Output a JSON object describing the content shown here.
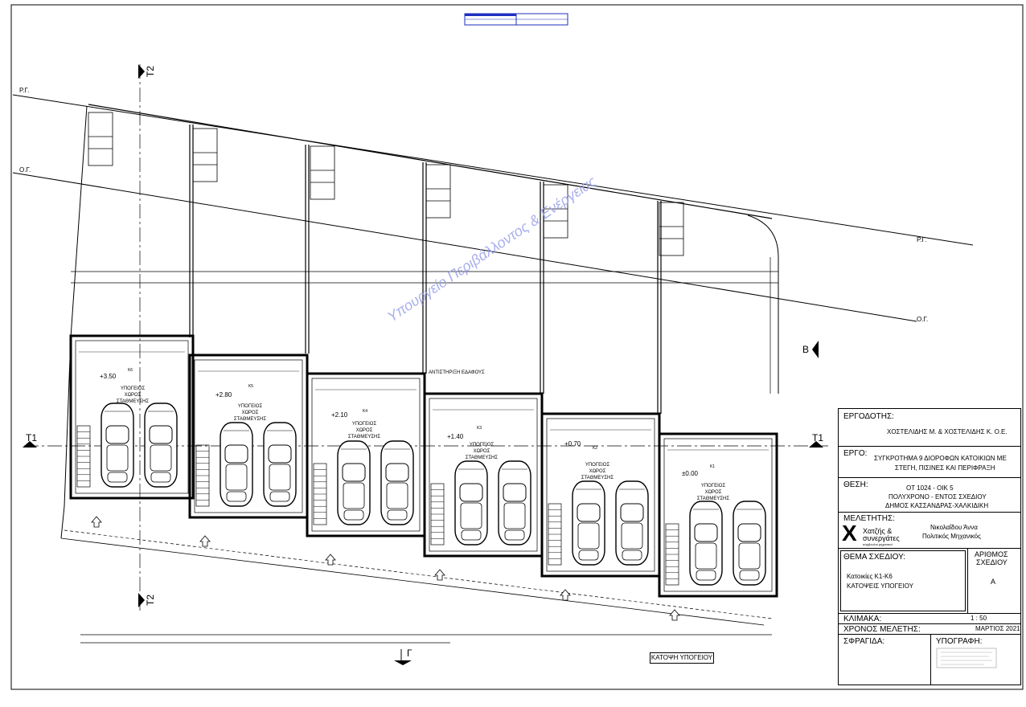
{
  "labels": {
    "pg_left": "Ρ.Γ.",
    "og_left": "Ο.Γ.",
    "pg_right": "Ρ.Γ.",
    "og_right": "Ο.Γ.",
    "section_t2_top": "T2",
    "section_t2_bottom": "T2",
    "section_t1_left": "T1",
    "section_t1_right": "T1",
    "view_b": "B",
    "view_g": "Γ",
    "antistirixi": "ΑΝΤΙΣΤΗΡΙΞΗ ΕΔΑΦΟΥΣ",
    "plan_caption": "ΚΑΤΟΨΗ ΥΠΟΓΕΙΟΥ"
  },
  "units": [
    {
      "code": "K6",
      "room": "ΥΠΟΓΕΙΟΣ ΧΩΡΟΣ ΣΤΑΘΜΕΥΣΗΣ",
      "level": "+3.50"
    },
    {
      "code": "K5",
      "room": "ΥΠΟΓΕΙΟΣ ΧΩΡΟΣ ΣΤΑΘΜΕΥΣΗΣ",
      "level": "+2.80"
    },
    {
      "code": "K4",
      "room": "ΥΠΟΓΕΙΟΣ ΧΩΡΟΣ ΣΤΑΘΜΕΥΣΗΣ",
      "level": "+2.10"
    },
    {
      "code": "K3",
      "room": "ΥΠΟΓΕΙΟΣ ΧΩΡΟΣ ΣΤΑΘΜΕΥΣΗΣ",
      "level": "+1.40"
    },
    {
      "code": "K2",
      "room": "ΥΠΟΓΕΙΟΣ ΧΩΡΟΣ ΣΤΑΘΜΕΥΣΗΣ",
      "level": "+0.70"
    },
    {
      "code": "K1",
      "room": "ΥΠΟΓΕΙΟΣ ΧΩΡΟΣ ΣΤΑΘΜΕΥΣΗΣ",
      "level": "±0.00"
    }
  ],
  "title_block": {
    "client_label": "ΕΡΓΟΔΟΤΗΣ:",
    "client_value": "ΧΟΣΤΕΛΙΔΗΣ Μ. & ΧΟΣΤΕΛΙΔΗΣ Κ. Ο.Ε.",
    "project_label": "ΕΡΓΟ:",
    "project_line1": "ΣΥΓΚΡΟΤΗΜΑ 9 ΔΙΟΡΟΦΩΝ ΚΑΤΟΙΚΙΩΝ ΜΕ",
    "project_line2": "ΣΤΕΓΗ, ΠΙΣΙΝΕΣ ΚΑΙ ΠΕΡΙΦΡΑΞΗ",
    "location_label": "ΘΕΣΗ:",
    "location_line1": "ΟΤ 1024 - ΟΙΚ 5",
    "location_line2": "ΠΟΛΥΧΡΟΝΟ - ΕΝΤΟΣ ΣΧΕΔΙΟΥ",
    "location_line3": "ΔΗΜΟΣ ΚΑΣΣΑΝΔΡΑΣ-ΧΑΛΚΙΔΙΚΗ",
    "designer_label": "ΜΕΛΕΤΗΤΗΣ:",
    "logo_line1": "Χατζής &",
    "logo_line2": "συνεργάτες",
    "logo_line3": "σύμβουλοι μηχανικοί",
    "designer_name": "Νικολαΐδου Άννα",
    "designer_title": "Πολιτικός Μηχανικός",
    "subject_label": "ΘΕΜΑ ΣΧΕΔΙΟΥ:",
    "subject_line1": "Κατοικίες Κ1-Κ6",
    "subject_line2": "ΚΑΤΟΨΕΙΣ ΥΠΟΓΕΙΟΥ",
    "drawing_number_label_1": "ΑΡΙΘΜΟΣ",
    "drawing_number_label_2": "ΣΧΕΔΙΟΥ",
    "drawing_number": "Α",
    "scale_label": "ΚΛΙΜΑΚΑ:",
    "scale_value": "1 : 50",
    "date_label": "ΧΡΟΝΟΣ ΜΕΛΕΤΗΣ:",
    "date_value": "ΜΑΡΤΙΟΣ 2021",
    "stamp_label": "ΣΦΡΑΓΙΔΑ:",
    "signature_label": "ΥΠΟΓΡΑΦΗ:"
  },
  "watermark": "Υπουργείο Περιβάλλοντος & Ενέργειας",
  "colors": {
    "line": "#000000",
    "hatch": "#000000",
    "watermark": "#9aa2e8",
    "stamp_header": "#1c2fbf"
  }
}
